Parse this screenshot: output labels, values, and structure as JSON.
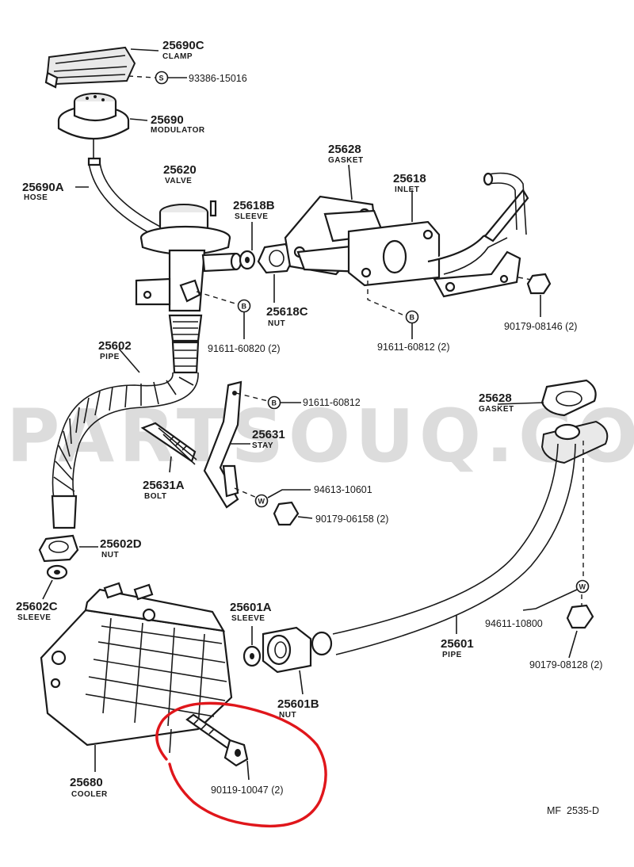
{
  "watermark": "PARTSOUQ.COM",
  "diagram_code": "MF  2535-D",
  "symbols": {
    "s": "S",
    "b": "B",
    "w": "W"
  },
  "parts": {
    "p25690C": {
      "number": "25690C",
      "name": "CLAMP"
    },
    "p25690": {
      "number": "25690",
      "name": "MODULATOR"
    },
    "p25690A": {
      "number": "25690A",
      "name": "HOSE"
    },
    "p25620": {
      "number": "25620",
      "name": "VALVE"
    },
    "p25618B": {
      "number": "25618B",
      "name": "SLEEVE"
    },
    "p25628a": {
      "number": "25628",
      "name": "GASKET"
    },
    "p25618": {
      "number": "25618",
      "name": "INLET"
    },
    "p25618C": {
      "number": "25618C",
      "name": "NUT"
    },
    "p25602": {
      "number": "25602",
      "name": "PIPE"
    },
    "p25628b": {
      "number": "25628",
      "name": "GASKET"
    },
    "p25631": {
      "number": "25631",
      "name": "STAY"
    },
    "p25631A": {
      "number": "25631A",
      "name": "BOLT"
    },
    "p25602D": {
      "number": "25602D",
      "name": "NUT"
    },
    "p25602C": {
      "number": "25602C",
      "name": "SLEEVE"
    },
    "p25601A": {
      "number": "25601A",
      "name": "SLEEVE"
    },
    "p25601": {
      "number": "25601",
      "name": "PIPE"
    },
    "p25601B": {
      "number": "25601B",
      "name": "NUT"
    },
    "p25680": {
      "number": "25680",
      "name": "COOLER"
    }
  },
  "fasteners": {
    "f93386": "93386-15016",
    "f91611a": "91611-60820 (2)",
    "f91611b": "91611-60812 (2)",
    "f90179a": "90179-08146 (2)",
    "f91611c": "91611-60812",
    "f94613": "94613-10601",
    "f90179b": "90179-06158 (2)",
    "f94611": "94611-10800",
    "f90179c": "90179-08128 (2)",
    "f90119": "90119-10047 (2)"
  },
  "colors": {
    "ink": "#1a1a1a",
    "highlight": "#e0161b",
    "watermark": "#dcdcdc"
  }
}
